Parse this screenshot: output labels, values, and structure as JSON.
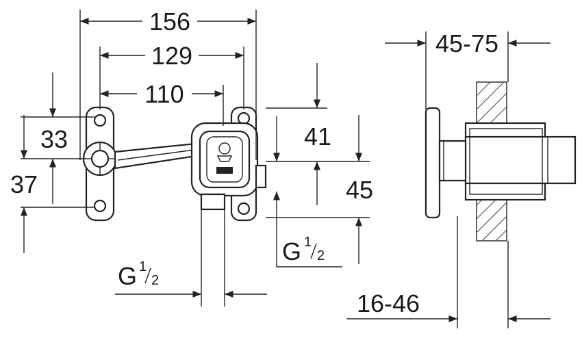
{
  "dimensions": {
    "overall_width": "156",
    "mount_spacing": "129",
    "center_distance": "110",
    "upper_offset_left": "33",
    "lower_offset_left": "37",
    "upper_offset_right": "41",
    "lower_offset_right": "45",
    "wall_depth": "45-75",
    "installation_depth": "16-46"
  },
  "connections": {
    "bottom": {
      "prefix": "G",
      "numerator": "1",
      "denominator": "2"
    },
    "right": {
      "prefix": "G",
      "numerator": "1",
      "denominator": "2"
    }
  }
}
